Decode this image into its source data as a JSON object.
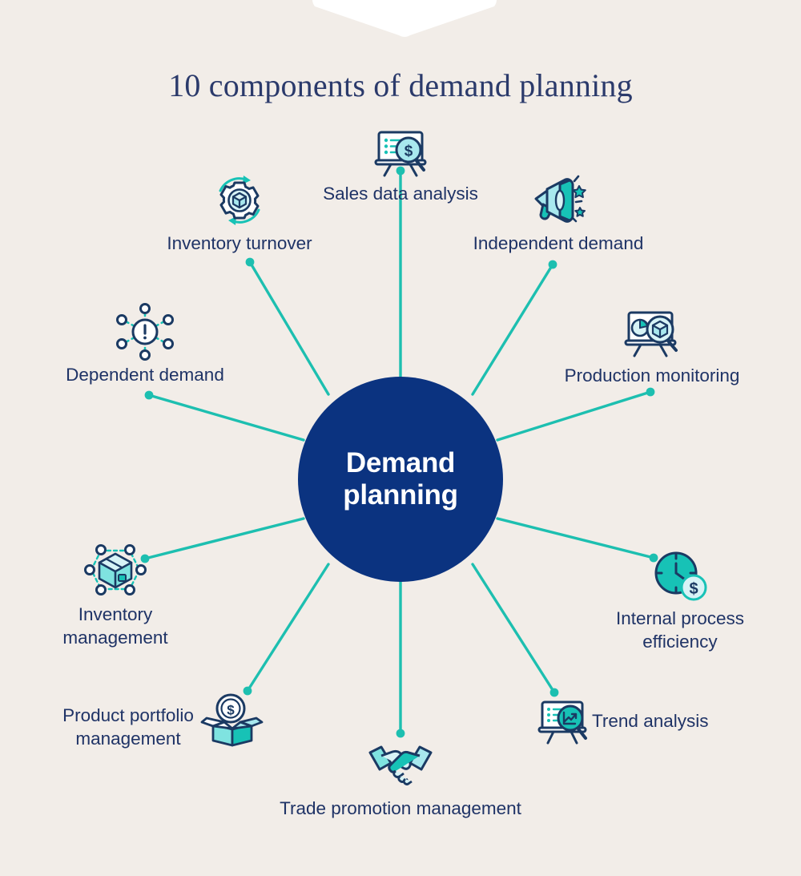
{
  "page": {
    "background_color": "#F2EDE8",
    "title": "10 components of demand planning",
    "title_color": "#2B3A6B"
  },
  "hub": {
    "label": "Demand\nplanning",
    "circle_color": "#0B3380",
    "text_color": "#FFFFFF"
  },
  "theme": {
    "spoke_color": "#1DBFB0",
    "label_color": "#1F3366",
    "icon_dark": "#1B3A63",
    "icon_teal": "#17C2B6",
    "icon_light": "#A8E8EE",
    "icon_pale": "#D7F3F6",
    "notch_color": "#FFFFFF"
  },
  "components": [
    {
      "id": "sales-data-analysis",
      "label": "Sales data analysis",
      "icon": "presentation-dollar-magnifier-icon",
      "label_lines": 1
    },
    {
      "id": "inventory-turnover",
      "label": "Inventory turnover",
      "icon": "gear-cube-cycle-icon",
      "label_lines": 1
    },
    {
      "id": "independent-demand",
      "label": "Independent demand",
      "icon": "megaphone-icon",
      "label_lines": 1
    },
    {
      "id": "production-monitoring",
      "label": "Production monitoring",
      "icon": "presentation-cube-magnifier-icon",
      "label_lines": 1
    },
    {
      "id": "dependent-demand",
      "label": "Dependent demand",
      "icon": "network-alert-icon",
      "label_lines": 1
    },
    {
      "id": "internal-process-efficiency",
      "label": "Internal process\nefficiency",
      "icon": "clock-dollar-icon",
      "label_lines": 2
    },
    {
      "id": "inventory-management",
      "label": "Inventory\nmanagement",
      "icon": "box-network-icon",
      "label_lines": 2
    },
    {
      "id": "trend-analysis",
      "label": "Trend analysis",
      "icon": "presentation-trend-magnifier-icon",
      "label_lines": 1
    },
    {
      "id": "product-portfolio-management",
      "label": "Product portfolio\nmanagement",
      "icon": "open-box-dollar-icon",
      "label_lines": 2
    },
    {
      "id": "trade-promotion-management",
      "label": "Trade promotion management",
      "icon": "handshake-icon",
      "label_lines": 1
    }
  ]
}
